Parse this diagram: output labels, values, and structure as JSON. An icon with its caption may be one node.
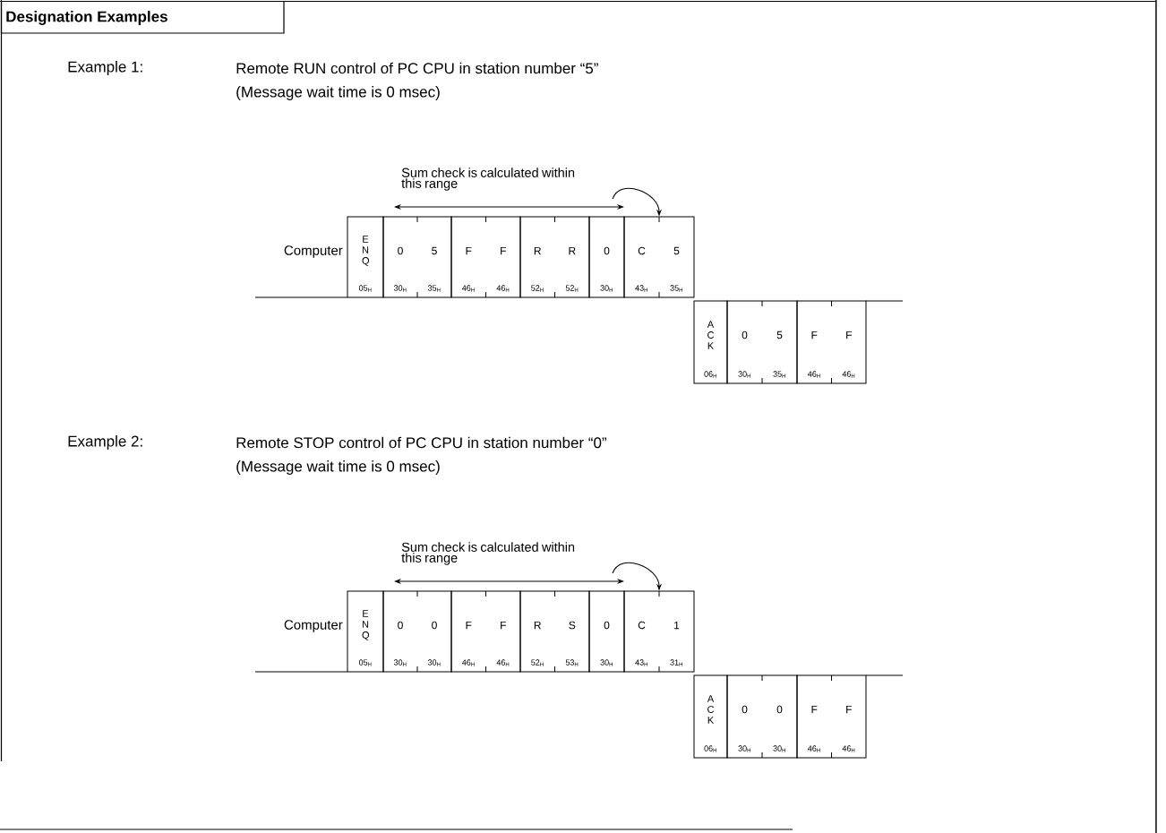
{
  "diagram": {
    "title": "Designation Examples",
    "nodes": [
      {
        "text": [
          "E N Q",
          "05$_{H}$"
        ]
      },
      {
        "text": [
          "0",
          "5",
          "30$_{H}$",
          "35$_{H}$"
        ]
      },
      {
        "text": [
          "F",
          "F",
          "46$_{H}$",
          "46$_{H}$"
        ]
      },
      {
        "text": [
          "R",
          "R",
          "52$_{H}$",
          "52$_{H}$"
        ]
      },
      {
        "text": [
          "0",
          "30$_{H}$"
        ]
      },
      {
        "text": [
          "C",
          "5",
          "43$_{H}$",
          "35$_{H}$"
        ]
      },
      {
        "text": [
          "A C K",
          "06$_{H}$"
        ]
      },
      {
        "text": [
          "0",
          "5",
          "30$_{H}$",
          "35$_{H}$"
        ]
      },
      {
        "text": [
          "F",
          "F",
          "46$_{H}$",
          "46$_{H}$"
        ]
      },
      {
        "text": [
          "E N Q",
          "05$_{H}$"
        ]
      },
      {
        "text": [
          "0",
          "0",
          "30$_{H}$",
          "30$_{H}$"
        ]
      },
      {
        "text": [
          "F",
          "F",
          "46$_{H}$",
          "46$_{H}$"
        ]
      },
      {
        "text": [
          "R",
          "S",
          "52$_{H}$",
          "53$_{H}$"
        ]
      },
      {
        "text": [
          "0",
          "30$_{H}$"
        ]
      },
      {
        "text": [
          "C",
          "1",
          "43$_{H}$",
          "31$_{H}$"
        ]
      },
      {
        "text": [
          "A C K",
          "06$_{H}$"
        ]
      },
      {
        "text": [
          "0",
          "0",
          "30$_{H}$",
          "30$_{H}$"
        ]
      },
      {
        "text": [
          "F",
          "F",
          "46$_{H}$",
          "46$_{H}$"
        ]
      }
    ],
    "edges": [
      {
        "from": null,
        "to": 5,
        "arrow": "to"
      },
      {
        "from": null,
        "to": 14,
        "arrow": "to"
      }
    ],
    "labels": [
      "Example 1:",
      "Remote RUN control of PC CPU in station number “5”",
      "(Message wait time is 0 msec)",
      "Sum check is calculated within this range",
      "Computer",
      "Example 2:",
      "Remote STOP control of PC CPU in station number “0”",
      "(Message wait time is 0 msec)",
      "Sum check is calculated within this range",
      "Computer"
    ]
  }
}
